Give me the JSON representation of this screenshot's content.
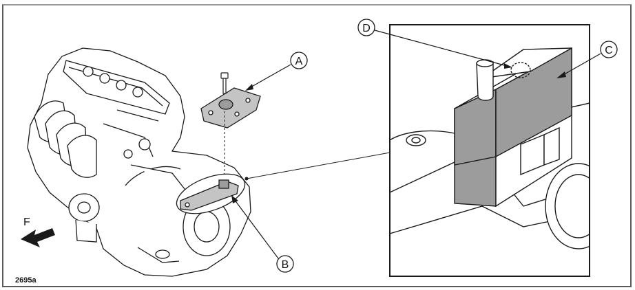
{
  "figure_code": "2695a",
  "callouts": {
    "a": "A",
    "b": "B",
    "c": "C",
    "d": "D"
  },
  "direction_label": "F",
  "colors": {
    "line": "#1a1a1a",
    "shade": "#9c9c9c",
    "light_shade": "#c4c4c4"
  }
}
